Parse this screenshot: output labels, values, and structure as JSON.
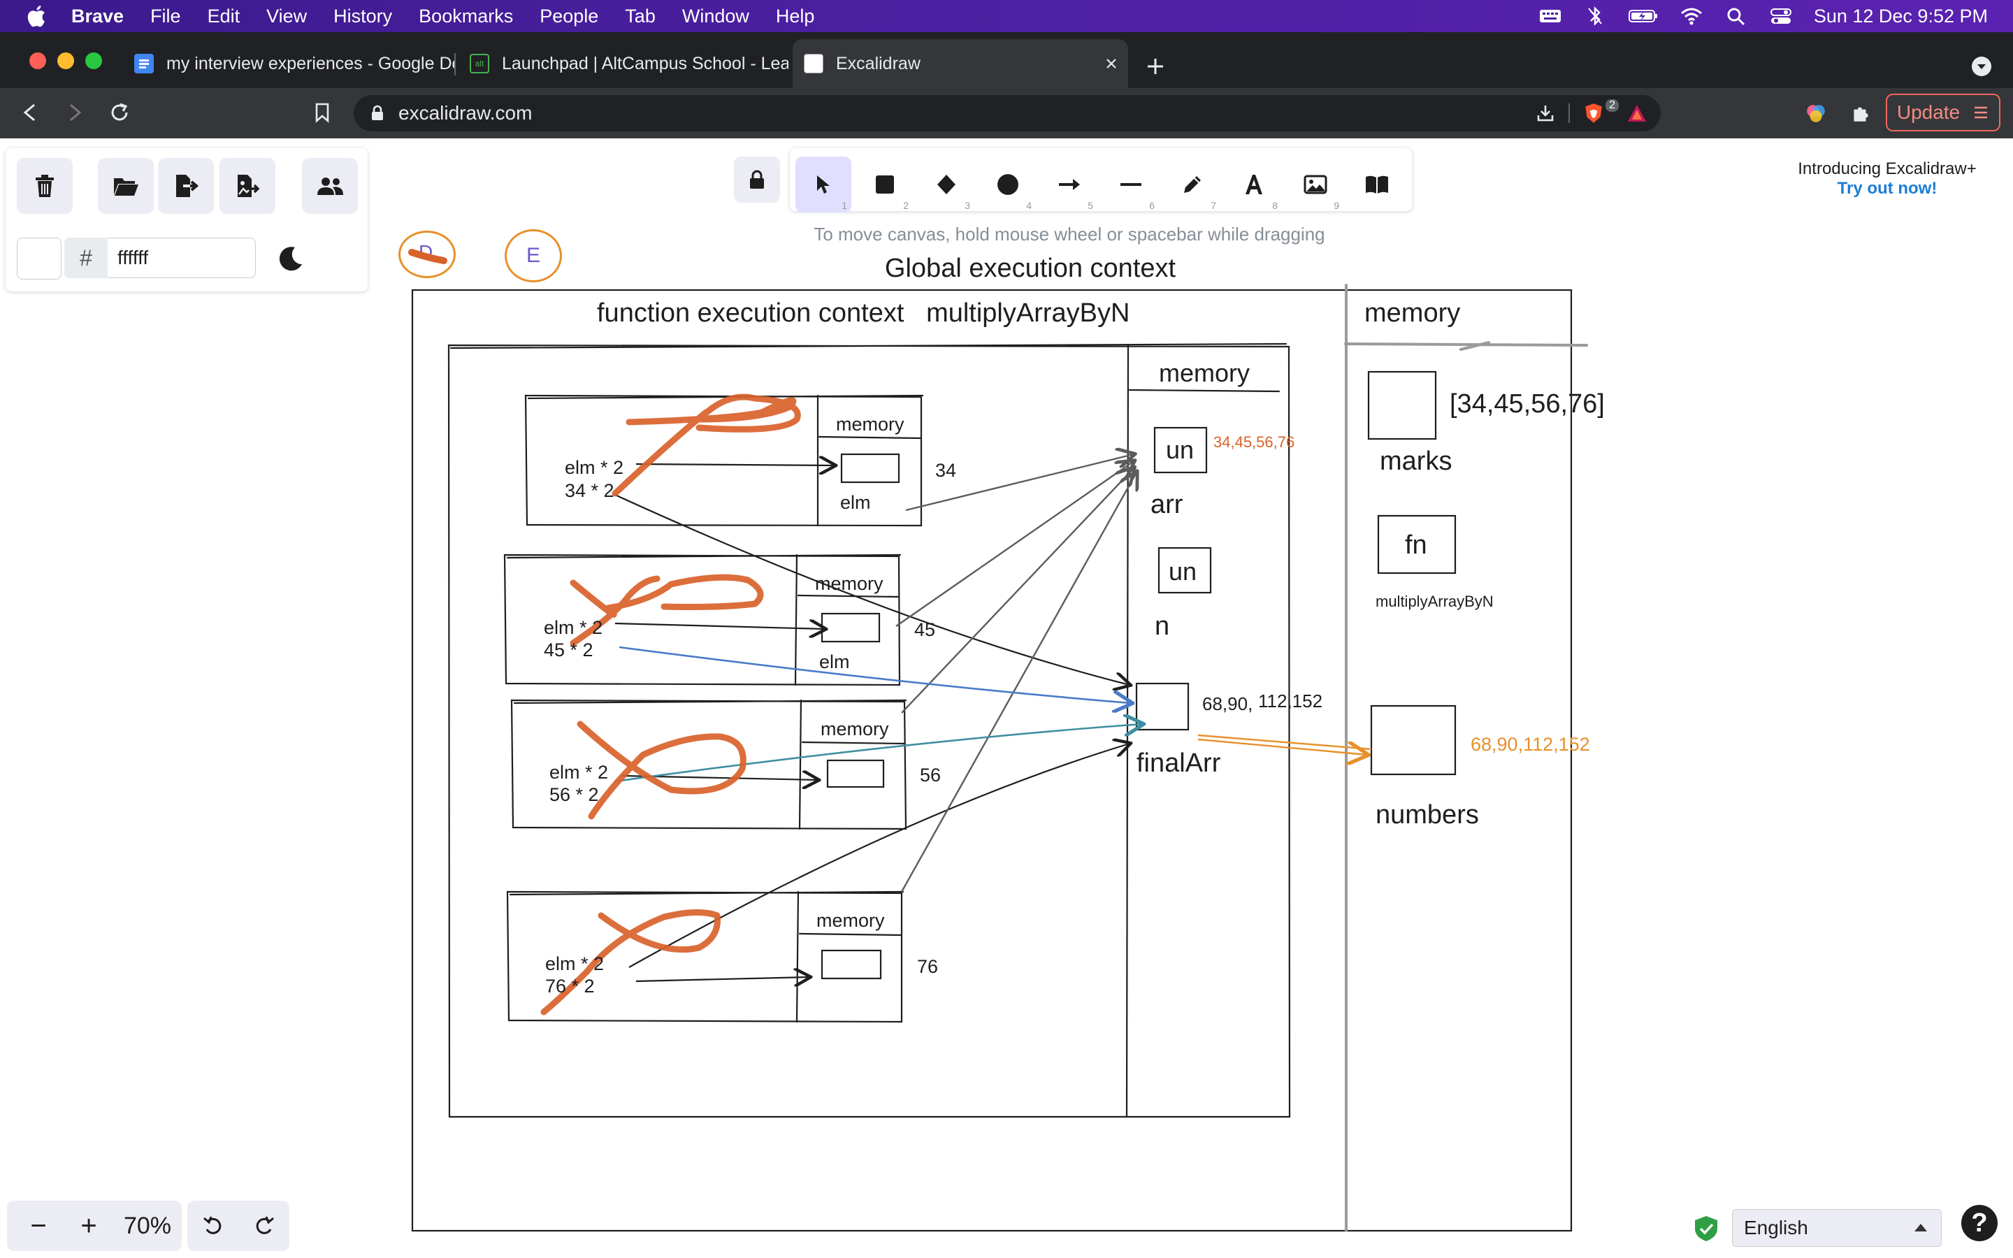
{
  "menubar": {
    "app": "Brave",
    "items": [
      "File",
      "Edit",
      "View",
      "History",
      "Bookmarks",
      "People",
      "Tab",
      "Window",
      "Help"
    ],
    "clock": "Sun 12 Dec  9:52 PM"
  },
  "tabs": [
    {
      "title": "my interview experiences - Google Docs",
      "icon": "google-docs-icon"
    },
    {
      "title": "Launchpad | AltCampus School - Learn",
      "icon": "altcampus-icon"
    },
    {
      "title": "Excalidraw",
      "icon": "excalidraw-icon",
      "active": true
    }
  ],
  "address": {
    "url": "excalidraw.com",
    "update_label": "Update",
    "brave_badge": "2"
  },
  "panel": {
    "hash": "#",
    "hex_value": "ffffff"
  },
  "toolbar": {
    "tools": [
      {
        "name": "selection",
        "icon": "pointer-icon",
        "key": "1"
      },
      {
        "name": "rectangle",
        "icon": "square-icon",
        "key": "2"
      },
      {
        "name": "diamond",
        "icon": "diamond-icon",
        "key": "3"
      },
      {
        "name": "ellipse",
        "icon": "circle-icon",
        "key": "4"
      },
      {
        "name": "arrow",
        "icon": "arrow-icon",
        "key": "5"
      },
      {
        "name": "line",
        "icon": "line-icon",
        "key": "6"
      },
      {
        "name": "draw",
        "icon": "pencil-icon",
        "key": "7"
      },
      {
        "name": "text",
        "icon": "text-icon",
        "key": "8"
      },
      {
        "name": "image",
        "icon": "image-icon",
        "key": "9"
      }
    ],
    "hint": "To move canvas, hold mouse wheel or spacebar while dragging"
  },
  "promo": {
    "line1": "Introducing Excalidraw+",
    "line2": "Try out now!"
  },
  "collaborators": [
    "D",
    "E"
  ],
  "drawing": {
    "global_title": "Global execution context",
    "fec_title": "function execution context   multiplyArrayByN",
    "global_memory": "memory",
    "fec_memory": "memory",
    "call_memory": "memory",
    "calls": [
      {
        "line1": "elm * 2",
        "line2": "34 * 2",
        "param": "elm",
        "value": "34"
      },
      {
        "line1": "elm * 2",
        "line2": "45 * 2",
        "param": "elm",
        "value": "45"
      },
      {
        "line1": "elm * 2",
        "line2": "56 * 2",
        "param": "",
        "value": "56"
      },
      {
        "line1": "elm * 2",
        "line2": "76 * 2",
        "param": "",
        "value": "76"
      }
    ],
    "fec_vars": {
      "arr_box": "un",
      "arr_value": "34,45,56,76",
      "arr_label": "arr",
      "n_box": "un",
      "n_label": "n",
      "final_value_a": "68,90,",
      "final_value_b": "112,152",
      "final_label": "finalArr"
    },
    "globals": {
      "marks_value": "[34,45,56,76]",
      "marks_label": "marks",
      "fn_box": "fn",
      "fn_label": "multiplyArrayByN",
      "numbers_value": "68,90,112,152",
      "numbers_label": "numbers"
    },
    "colors": {
      "scribble": "#d9622b",
      "arrow_blue": "#4a7bc8",
      "arrow_teal": "#3f8fa0",
      "arrow_orange": "#e8902b",
      "stroke": "#1e1e1e"
    }
  },
  "zoom": {
    "minus": "−",
    "plus": "+",
    "value": "70%"
  },
  "language": "English",
  "help": "?"
}
